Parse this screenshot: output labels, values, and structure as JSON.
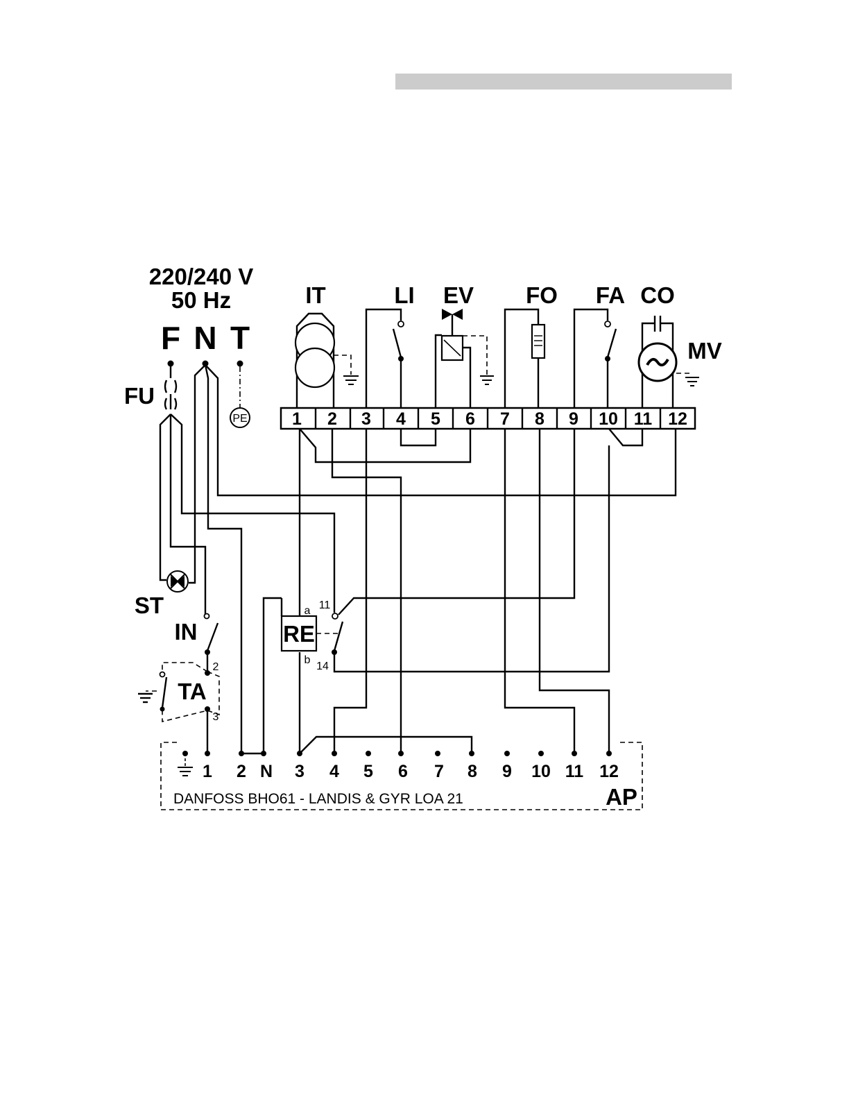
{
  "supply": {
    "voltage": "220/240 V",
    "frequency": "50 Hz",
    "phase": "F",
    "neutral": "N",
    "earth": "T",
    "protective_earth": "PE"
  },
  "components": {
    "fuse": "FU",
    "ignition_transformer": "IT",
    "flame_detector": "LI",
    "solenoid_valve": "EV",
    "photocell": "FO",
    "flame_alarm": "FA",
    "capacitor": "CO",
    "motor": "MV",
    "motor_symbol": "~",
    "lockout_lamp": "ST",
    "switch": "IN",
    "thermostat": "TA",
    "relay": "RE",
    "control_box": "AP"
  },
  "terminal_strip": [
    "1",
    "2",
    "3",
    "4",
    "5",
    "6",
    "7",
    "8",
    "9",
    "10",
    "11",
    "12"
  ],
  "relay_pins": {
    "a": "a",
    "b": "b",
    "p11": "11",
    "p14": "14"
  },
  "thermostat_pins": {
    "p2": "2",
    "p3": "3"
  },
  "control_box_terminals": [
    "1",
    "2",
    "N",
    "3",
    "4",
    "5",
    "6",
    "7",
    "8",
    "9",
    "10",
    "11",
    "12"
  ],
  "control_box_label": "DANFOSS BHO61 - LANDIS & GYR LOA 21",
  "colors": {
    "line": "#000000",
    "header_bar": "#cccccc",
    "bottom_link": "#1a2fa0"
  }
}
